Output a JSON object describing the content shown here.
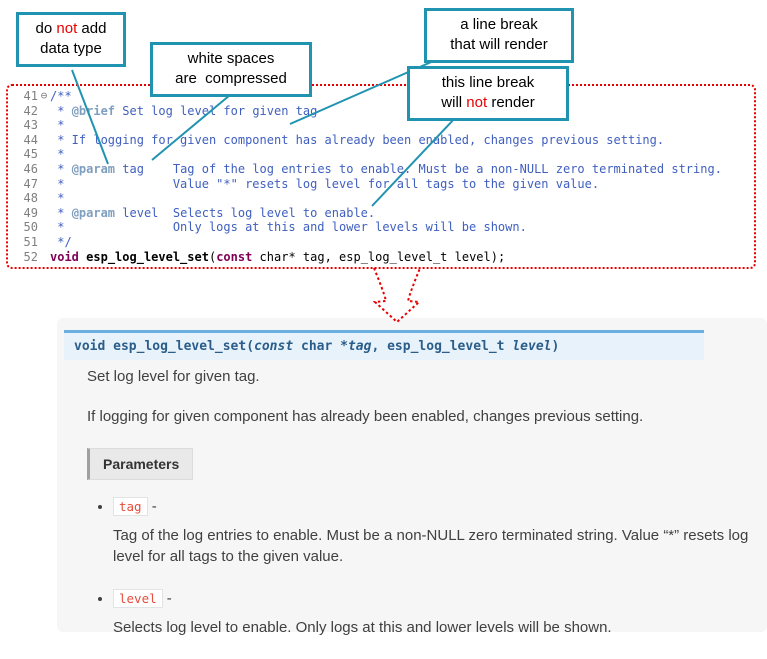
{
  "callouts": {
    "no_data_type": {
      "pre": "do ",
      "red": "not",
      "post": " add",
      "line2": "data type"
    },
    "whitespace": {
      "line1": "white spaces",
      "line2": "are  compressed"
    },
    "break_render": {
      "line1": "a line break",
      "line2": "that will render"
    },
    "break_no_render": {
      "line1": "this line break",
      "pre": "will ",
      "red": "not",
      "post": " render"
    }
  },
  "code": {
    "lines": [
      {
        "num": "41",
        "fold": "⊖",
        "text": "/**",
        "cls": "cm"
      },
      {
        "num": "42",
        "segments": [
          {
            "t": " * ",
            "c": "cm"
          },
          {
            "t": "@brief",
            "c": "tg"
          },
          {
            "t": " Set log level for given tag",
            "c": "cm"
          }
        ]
      },
      {
        "num": "43",
        "text": " *",
        "cls": "cm"
      },
      {
        "num": "44",
        "text": " * If logging for given component has already been enabled, changes previous setting.",
        "cls": "cm"
      },
      {
        "num": "45",
        "text": " *",
        "cls": "cm"
      },
      {
        "num": "46",
        "segments": [
          {
            "t": " * ",
            "c": "cm"
          },
          {
            "t": "@param",
            "c": "tg"
          },
          {
            "t": " tag    Tag of the log entries to enable. Must be a non-NULL zero terminated string.",
            "c": "cm"
          }
        ]
      },
      {
        "num": "47",
        "text": " *               Value \"*\" resets log level for all tags to the given value.",
        "cls": "cm"
      },
      {
        "num": "48",
        "text": " *",
        "cls": "cm"
      },
      {
        "num": "49",
        "segments": [
          {
            "t": " * ",
            "c": "cm"
          },
          {
            "t": "@param",
            "c": "tg"
          },
          {
            "t": " level  Selects log level to enable.",
            "c": "cm"
          }
        ]
      },
      {
        "num": "50",
        "text": " *               Only logs at this and lower levels will be shown.",
        "cls": "cm"
      },
      {
        "num": "51",
        "text": " */",
        "cls": "cm"
      },
      {
        "num": "52",
        "segments": [
          {
            "t": "void",
            "c": "kw"
          },
          {
            "t": " ",
            "c": "pl"
          },
          {
            "t": "esp_log_level_set",
            "c": "fn"
          },
          {
            "t": "(",
            "c": "pl"
          },
          {
            "t": "const",
            "c": "kw"
          },
          {
            "t": " char* tag, esp_log_level_t level);",
            "c": "pl"
          }
        ]
      }
    ]
  },
  "doc": {
    "signature": [
      {
        "t": "void",
        "c": "kw"
      },
      {
        "t": " ",
        "c": "p"
      },
      {
        "t": "esp_log_level_set",
        "c": "name"
      },
      {
        "t": "(",
        "c": "p"
      },
      {
        "t": "const",
        "c": "kwi"
      },
      {
        "t": "  char *",
        "c": "p"
      },
      {
        "t": "tag",
        "c": "param"
      },
      {
        "t": ", esp_log_level_t ",
        "c": "p"
      },
      {
        "t": "level",
        "c": "param"
      },
      {
        "t": ")",
        "c": "p"
      }
    ],
    "p1": "Set log level for given tag.",
    "p2": "If logging for given component has already been enabled, changes previous setting.",
    "parameters_label": "Parameters",
    "params": [
      {
        "name": "tag",
        "sep": " -",
        "desc": "Tag of the log entries to enable. Must be a non-NULL zero terminated string. Value “*” resets log level for all tags to the given value."
      },
      {
        "name": "level",
        "sep": " -",
        "desc": "Selects log level to enable. Only logs at this and lower levels will be shown."
      }
    ]
  },
  "colors": {
    "callout_border": "#2093b0",
    "annotation_red": "#e80000",
    "comment_text": "#3f5fbf",
    "keyword_text": "#7f0055",
    "signature_bg": "#e7f2fa",
    "signature_border": "#6ab0de",
    "param_code_text": "#e74c3c"
  }
}
